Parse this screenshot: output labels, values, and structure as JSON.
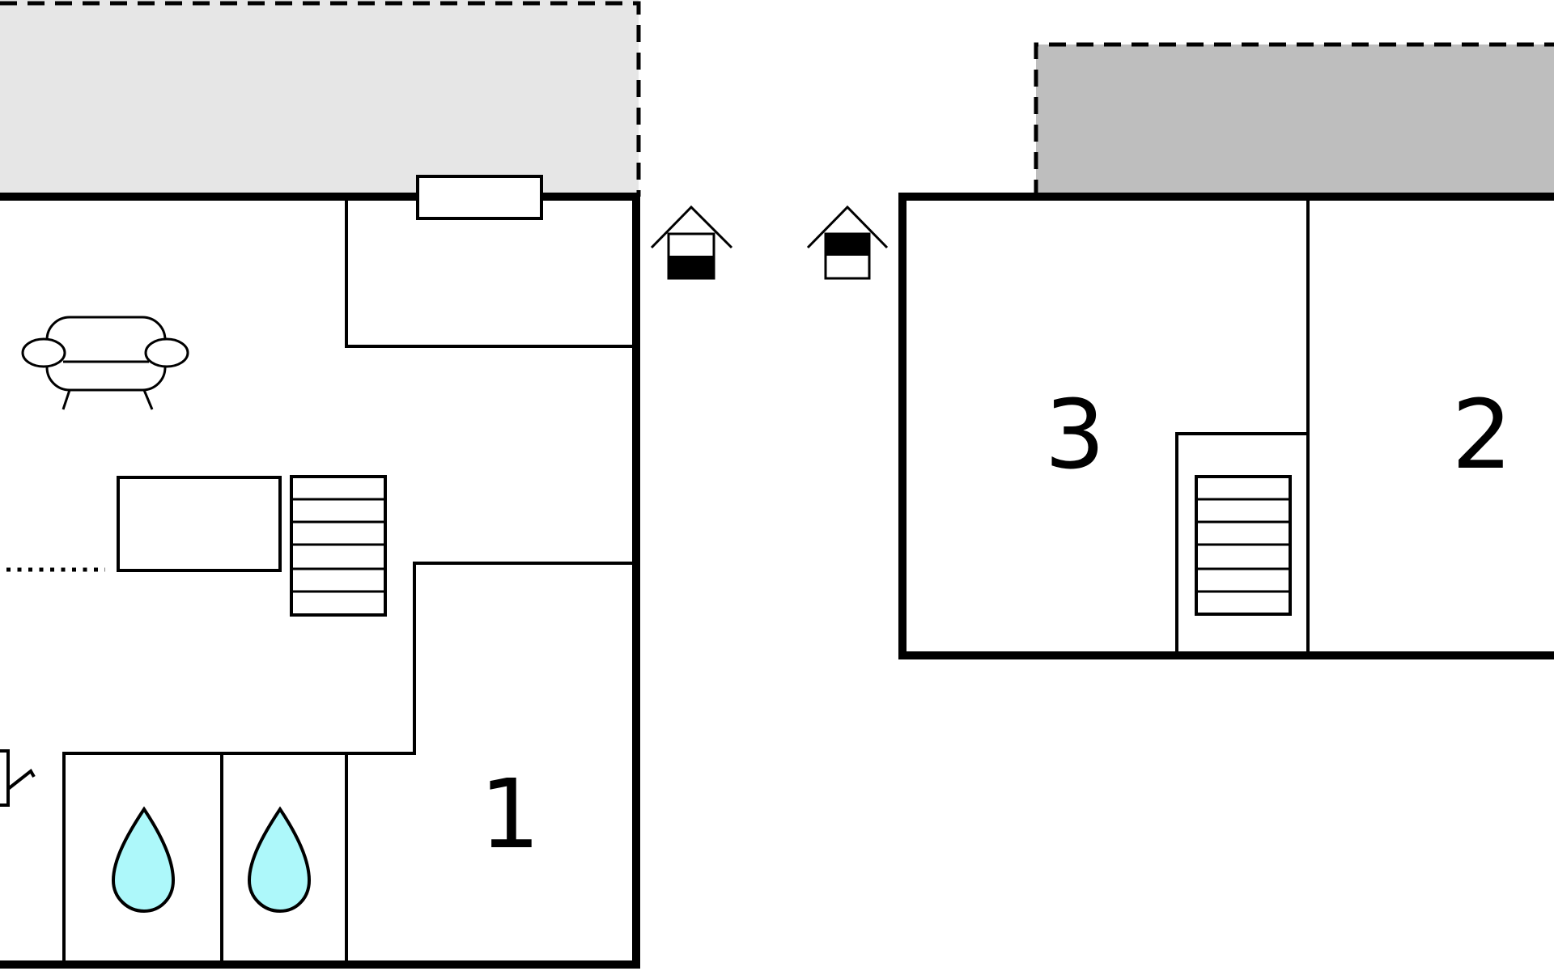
{
  "floorplan": {
    "rooms": [
      {
        "number": "1"
      },
      {
        "number": "2"
      },
      {
        "number": "3"
      }
    ],
    "icons": {
      "sofa": "sofa-icon",
      "stairs": "stairs-icon",
      "shower": "water-drop-icon",
      "floor_marker": "house-floor-icon"
    },
    "colors": {
      "wall": "#000000",
      "terrace_light": "#e6e6e6",
      "terrace_dark": "#bebebe",
      "water": "#adf8fa",
      "background": "#ffffff"
    }
  }
}
